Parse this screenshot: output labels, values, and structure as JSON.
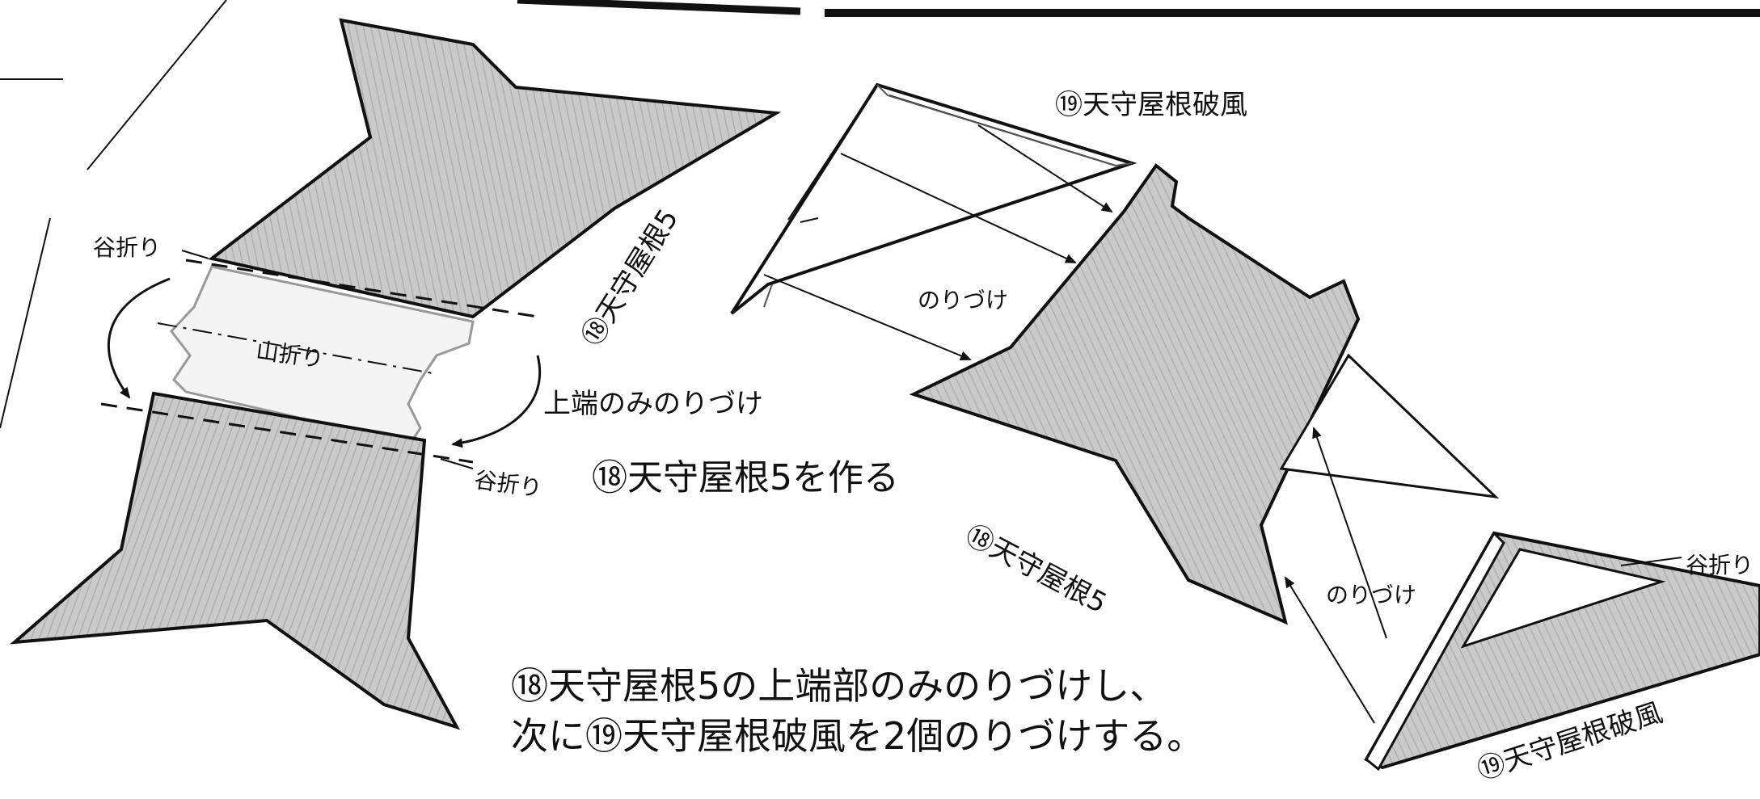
{
  "step_title": "⑱天守屋根5を作る",
  "instructions": {
    "line1": "⑱天守屋根5の上端部のみのりづけし、",
    "line2": "次に⑲天守屋根破風を2個のりづけする。"
  },
  "labels": {
    "valley_fold_top": "谷折り",
    "mountain_fold": "山折り",
    "glue_top_only": "上端のみのりづけ",
    "valley_fold_bottom": "谷折り",
    "part18_rotated": "⑱天守屋根5",
    "part19_top": "⑲天守屋根破風",
    "glue_upper": "のりづけ",
    "part18_right": "⑱天守屋根5",
    "glue_lower": "のりづけ",
    "valley_fold_right": "谷折り",
    "part19_bottom": "⑲天守屋根破風"
  },
  "colors": {
    "roof_fill": "#c9c9c9",
    "roof_stripe": "#b3b3b3",
    "outline": "#111111",
    "paper": "#ffffff"
  }
}
